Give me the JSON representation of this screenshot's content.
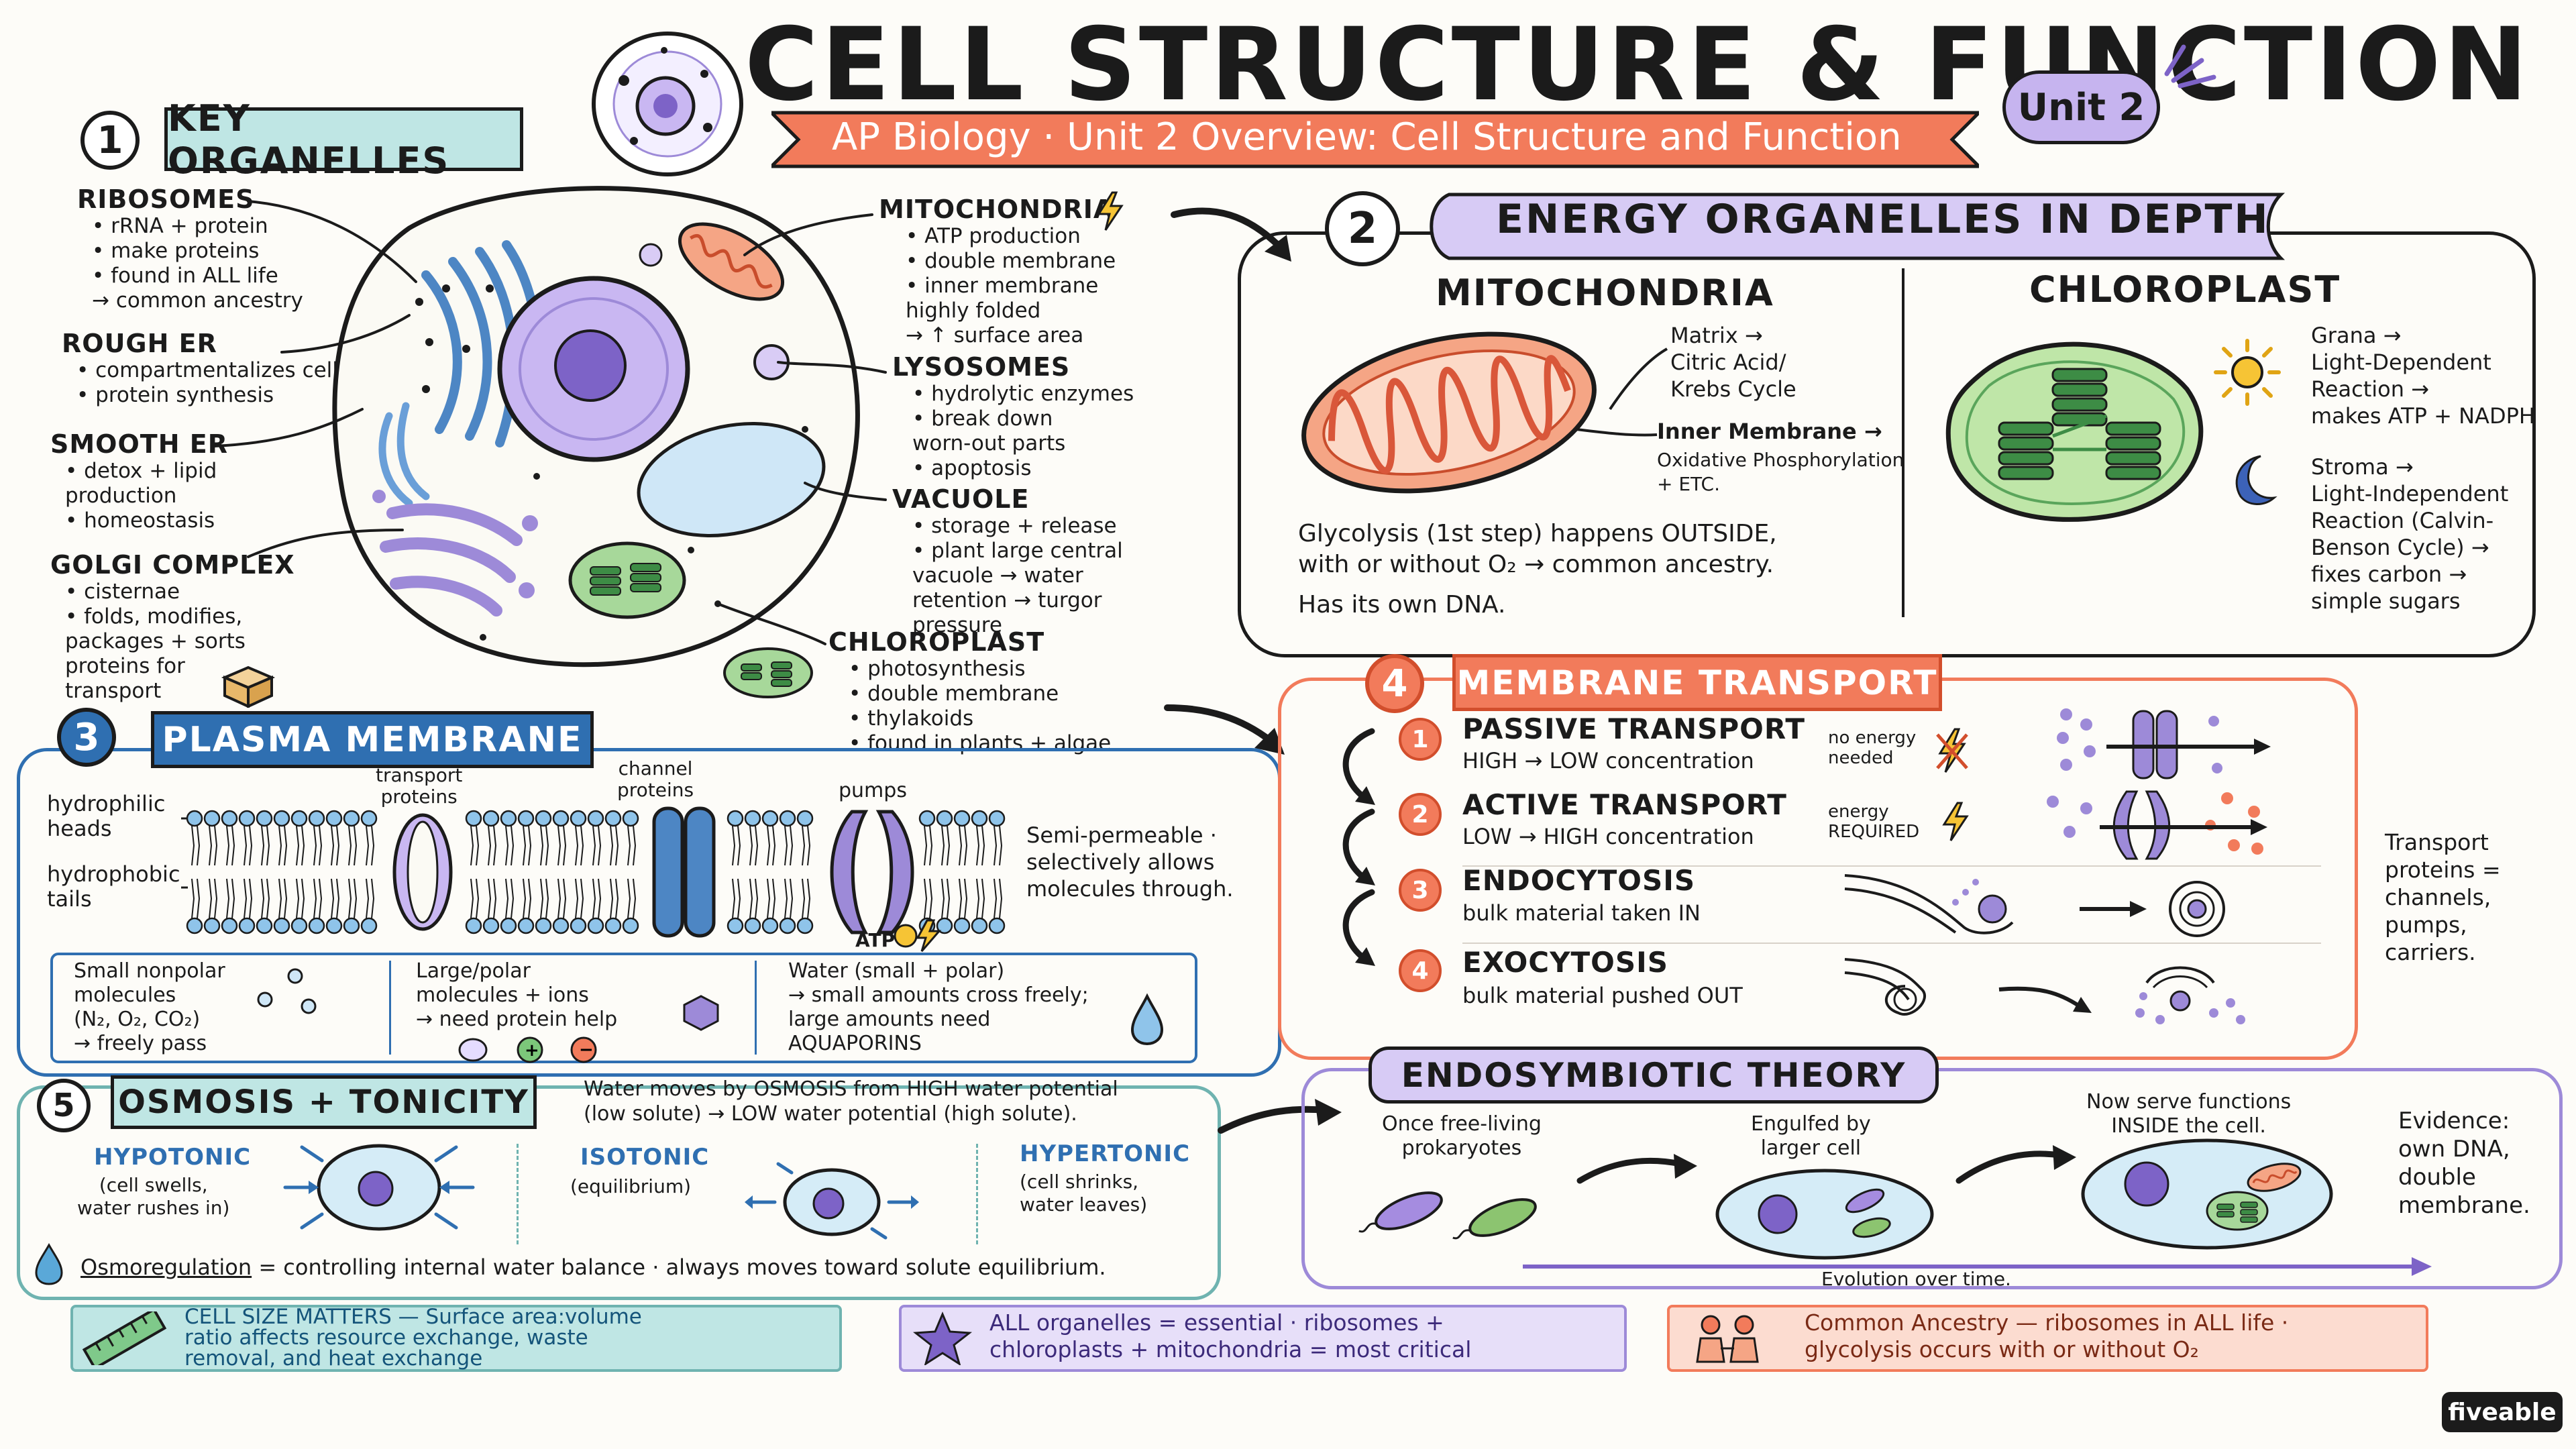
{
  "title": "CELL STRUCTURE & FUNCTION",
  "subtitle": "AP Biology · Unit 2 Overview: Cell Structure and Function",
  "unit_badge": "Unit 2",
  "s1": {
    "num": "1",
    "title": "KEY ORGANELLES",
    "ribosomes": {
      "head": "RIBOSOMES",
      "body": "• rRNA + protein\n• make proteins\n• found in ALL life\n→ common ancestry"
    },
    "rough_er": {
      "head": "ROUGH ER",
      "body": "• compartmentalizes cell\n• protein synthesis"
    },
    "smooth_er": {
      "head": "SMOOTH ER",
      "body": "• detox + lipid\n  production\n• homeostasis"
    },
    "golgi": {
      "head": "GOLGI COMPLEX",
      "body": "• cisternae\n• folds, modifies,\n  packages + sorts\n  proteins for\n  transport"
    },
    "mitochondria": {
      "head": "MITOCHONDRIA",
      "body": "• ATP production\n• double membrane\n• inner membrane\n  highly folded\n  → ↑ surface area"
    },
    "lysosomes": {
      "head": "LYSOSOMES",
      "body": "• hydrolytic enzymes\n• break down\n  worn-out parts\n• apoptosis"
    },
    "vacuole": {
      "head": "VACUOLE",
      "body": "• storage + release\n• plant large central\n  vacuole → water\n  retention → turgor\n  pressure"
    },
    "chloroplast": {
      "head": "CHLOROPLAST",
      "body": "• photosynthesis\n• double membrane\n• thylakoids\n• found in plants + algae"
    }
  },
  "s2": {
    "num": "2",
    "title": "ENERGY ORGANELLES IN DEPTH",
    "mito_head": "MITOCHONDRIA",
    "matrix": "Matrix →\nCitric Acid/\nKrebs Cycle",
    "inner": "Inner Membrane →",
    "inner2": "Oxidative Phosphorylation\n+ ETC.",
    "glyco": "Glycolysis (1st step) happens OUTSIDE,\nwith or without O₂ → common ancestry.",
    "dna": "Has its own DNA.",
    "chloro_head": "CHLOROPLAST",
    "grana": "Grana →\nLight-Dependent\nReaction →\nmakes ATP + NADPH",
    "stroma": "Stroma →\nLight-Independent\nReaction (Calvin-\nBenson Cycle) →\nfixes carbon →\nsimple sugars"
  },
  "s3": {
    "num": "3",
    "title": "PLASMA MEMBRANE",
    "hydrophilic": "hydrophilic\nheads",
    "hydrophobic": "hydrophobic\ntails",
    "transport_proteins": "transport\nproteins",
    "channel_proteins": "channel\nproteins",
    "pumps": "pumps",
    "atp": "ATP",
    "semi": "Semi-permeable ·\nselectively allows\nmolecules through.",
    "box1": "Small nonpolar\nmolecules\n(N₂, O₂, CO₂)\n→ freely pass",
    "box2": "Large/polar\nmolecules + ions\n→ need protein help",
    "box3": "Water (small + polar)\n→ small amounts cross freely;\nlarge amounts need\nAQUAPORINS"
  },
  "s4": {
    "num": "4",
    "title": "MEMBRANE TRANSPORT",
    "items": [
      {
        "n": "1",
        "head": "PASSIVE TRANSPORT",
        "sub": "HIGH → LOW concentration",
        "energy": "no energy\nneeded"
      },
      {
        "n": "2",
        "head": "ACTIVE TRANSPORT",
        "sub": "LOW → HIGH concentration",
        "energy": "energy\nREQUIRED"
      },
      {
        "n": "3",
        "head": "ENDOCYTOSIS",
        "sub": "bulk material taken IN",
        "energy": ""
      },
      {
        "n": "4",
        "head": "EXOCYTOSIS",
        "sub": "bulk material pushed OUT",
        "energy": ""
      }
    ],
    "side": "Transport\nproteins =\nchannels,\npumps,\ncarriers."
  },
  "s5": {
    "num": "5",
    "title": "OSMOSIS + TONICITY",
    "desc": "Water moves by OSMOSIS from HIGH water potential\n(low solute) → LOW water potential (high solute).",
    "hypo_head": "HYPOTONIC",
    "hypo_sub": "(cell swells,\nwater rushes in)",
    "iso_head": "ISOTONIC",
    "iso_sub": "(equilibrium)",
    "hyper_head": "HYPERTONIC",
    "hyper_sub": "(cell shrinks,\nwater leaves)",
    "osmo_word": "Osmoregulation",
    "osmo_rest": " = controlling internal water balance · always moves toward solute equilibrium."
  },
  "endo": {
    "title": "ENDOSYMBIOTIC THEORY",
    "step1": "Once free-living\nprokaryotes",
    "step2": "Engulfed by\nlarger cell",
    "step3": "Now serve functions\nINSIDE the cell.",
    "evidence": "Evidence:\nown DNA,\ndouble\nmembrane.",
    "evolution": "Evolution over time."
  },
  "footer": {
    "size": "CELL SIZE MATTERS — Surface area:volume\nratio affects resource exchange, waste\nremoval, and heat exchange",
    "organelles": "ALL organelles = essential · ribosomes +\nchloroplasts + mitochondria = most critical",
    "ancestry": "Common Ancestry — ribosomes in ALL life ·\nglycolysis occurs with or without O₂"
  },
  "brand": "fiveable",
  "colors": {
    "accent_orange": "#f27b5b",
    "accent_purple": "#b9a6e6",
    "accent_teal": "#bfe6e4",
    "blue_banner": "#2f6fb1"
  }
}
